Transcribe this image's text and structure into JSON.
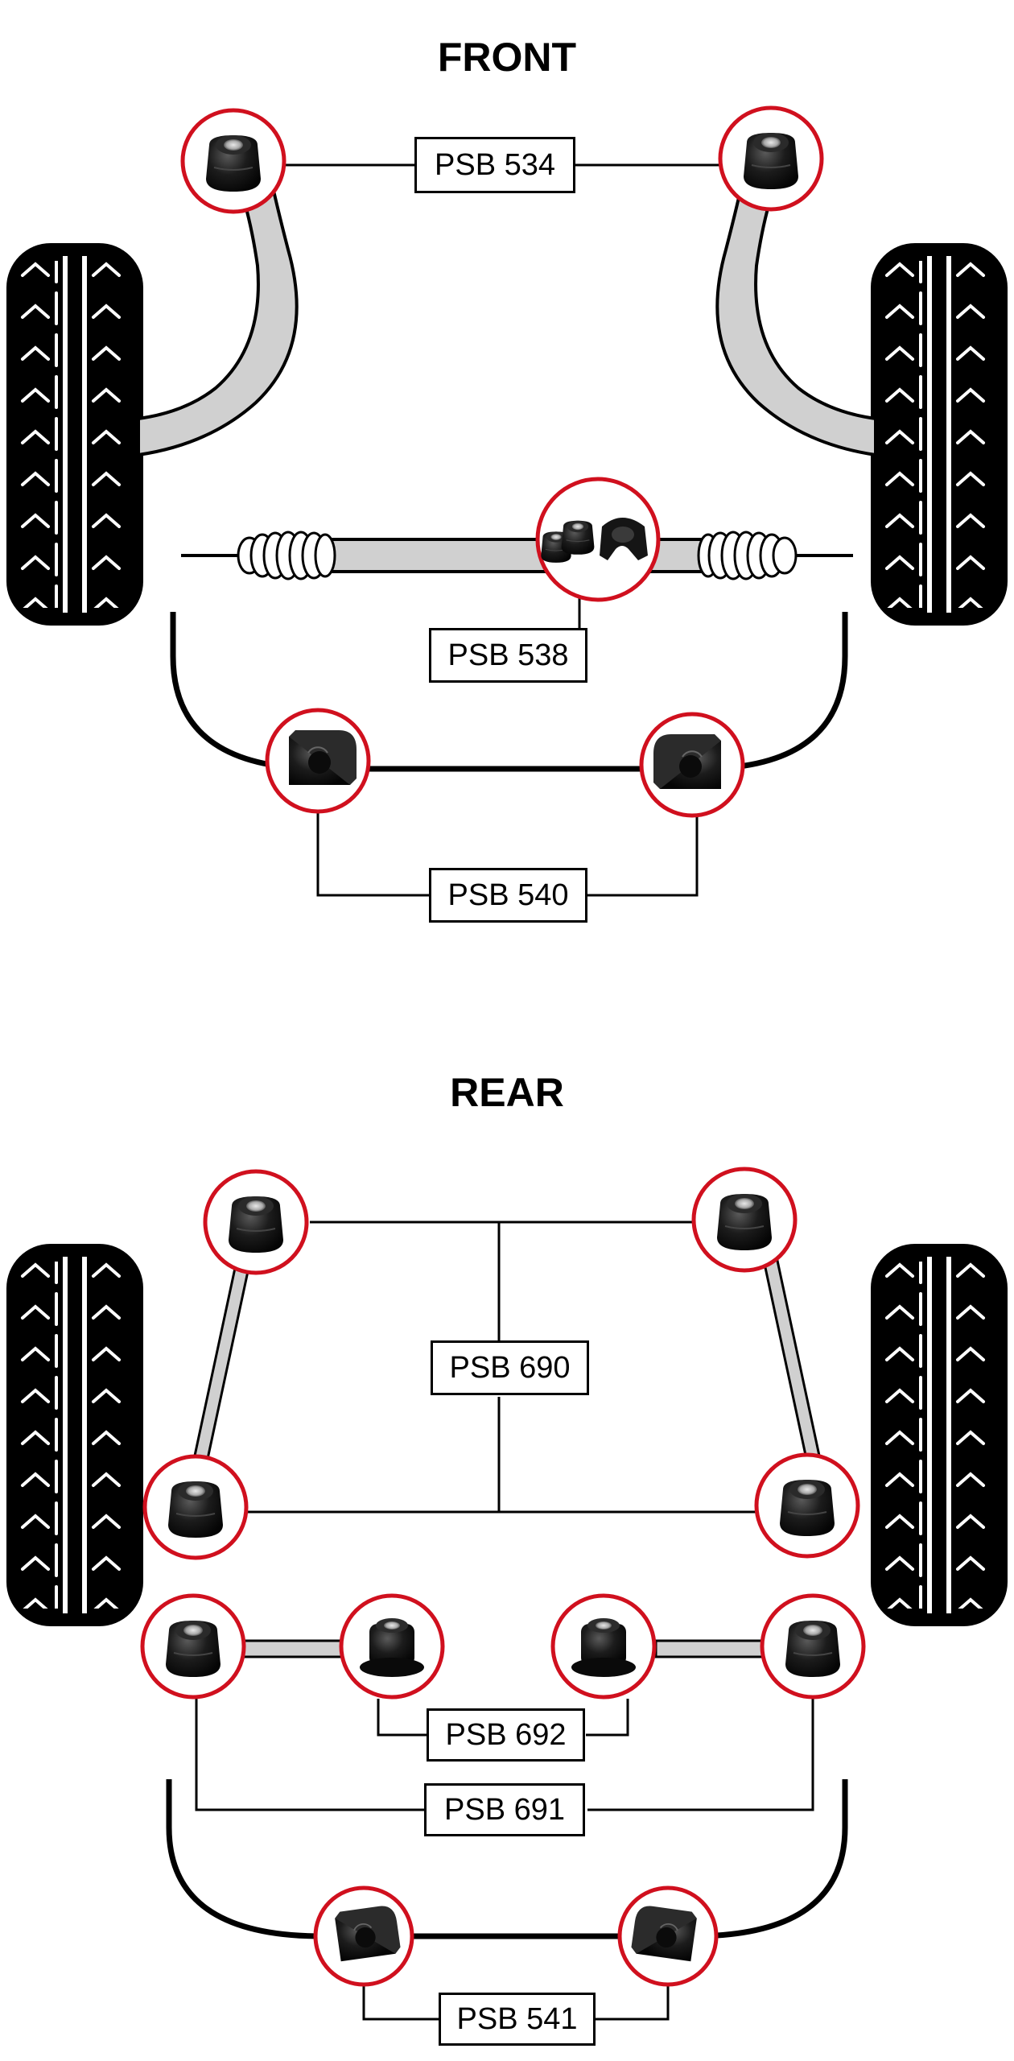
{
  "sections": {
    "front": {
      "title": "FRONT"
    },
    "rear": {
      "title": "REAR"
    }
  },
  "labels": {
    "psb534": "PSB 534",
    "psb538": "PSB 538",
    "psb540": "PSB 540",
    "psb690": "PSB 690",
    "psb692": "PSB 692",
    "psb691": "PSB 691",
    "psb541": "PSB 541"
  },
  "colors": {
    "callout_ring": "#d0101e",
    "arm_fill": "#d0d0d0",
    "tyre": "#000000",
    "bushing": "#141414"
  }
}
